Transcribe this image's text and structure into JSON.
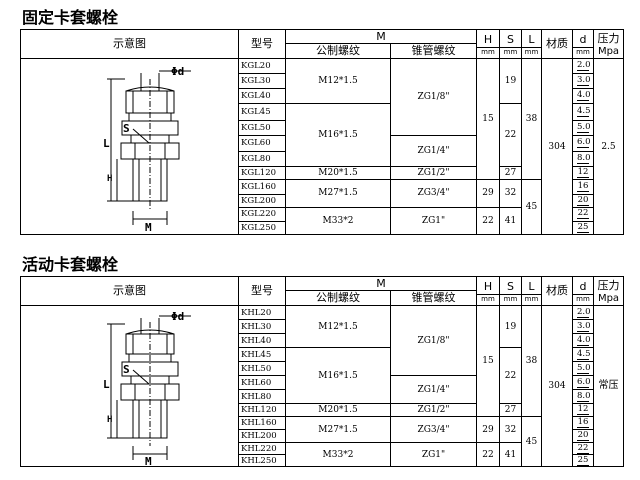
{
  "sections": [
    {
      "title": "固定卡套螺栓",
      "headers": {
        "diagram": "示意图",
        "model": "型号",
        "m": "M",
        "m_metric": "公制螺纹",
        "m_taper": "锥管螺纹",
        "h": "H",
        "s": "S",
        "l": "L",
        "unit": "mm",
        "material": "材质",
        "d": "d",
        "pressure": "压力",
        "pressure_unit": "Mpa"
      },
      "diagram_labels": {
        "phi_d": "Φd",
        "s": "S",
        "l": "L",
        "h": "H",
        "m": "M"
      },
      "models": [
        "KGL20",
        "KGL30",
        "KGL40",
        "KGL45",
        "KGL50",
        "KGL60",
        "KGL80",
        "KGL120",
        "KGL160",
        "KGL200",
        "KGL220",
        "KGL250"
      ],
      "metric": [
        "M12*1.5",
        "M16*1.5",
        "M20*1.5",
        "M27*1.5",
        "M33*2"
      ],
      "taper": [
        "ZG1/8\"",
        "ZG1/4\"",
        "ZG1/2\"",
        "ZG3/4\"",
        "ZG1\""
      ],
      "h": [
        "15",
        "29",
        "22"
      ],
      "s": [
        "19",
        "22",
        "27",
        "32",
        "41"
      ],
      "l": [
        "38",
        "45"
      ],
      "material": "304",
      "d": [
        "2.0",
        "3.0",
        "4.0",
        "4.5",
        "5.0",
        "6.0",
        "8.0",
        "12",
        "16",
        "20",
        "22",
        "25"
      ],
      "pressure": "2.5"
    },
    {
      "title": "活动卡套螺栓",
      "headers": {
        "diagram": "示意图",
        "model": "型号",
        "m": "M",
        "m_metric": "公制螺纹",
        "m_taper": "锥管螺纹",
        "h": "H",
        "s": "S",
        "l": "L",
        "unit": "mm",
        "material": "材质",
        "d": "d",
        "pressure": "压力",
        "pressure_unit": "Mpa"
      },
      "diagram_labels": {
        "phi_d": "Φd",
        "s": "S",
        "l": "L",
        "h": "H",
        "m": "M"
      },
      "models": [
        "KHL20",
        "KHL30",
        "KHL40",
        "KHL45",
        "KHL50",
        "KHL60",
        "KHL80",
        "KHL120",
        "KHL160",
        "KHL200",
        "KHL220",
        "KHL250"
      ],
      "metric": [
        "M12*1.5",
        "M16*1.5",
        "M20*1.5",
        "M27*1.5",
        "M33*2"
      ],
      "taper": [
        "ZG1/8\"",
        "ZG1/4\"",
        "ZG1/2\"",
        "ZG3/4\"",
        "ZG1\""
      ],
      "h": [
        "15",
        "29",
        "22"
      ],
      "s": [
        "19",
        "22",
        "27",
        "32",
        "41"
      ],
      "l": [
        "38",
        "45"
      ],
      "material": "304",
      "d": [
        "2.0",
        "3.0",
        "4.0",
        "4.5",
        "5.0",
        "6.0",
        "8.0",
        "12",
        "16",
        "20",
        "22",
        "25"
      ],
      "pressure": "常压"
    }
  ]
}
